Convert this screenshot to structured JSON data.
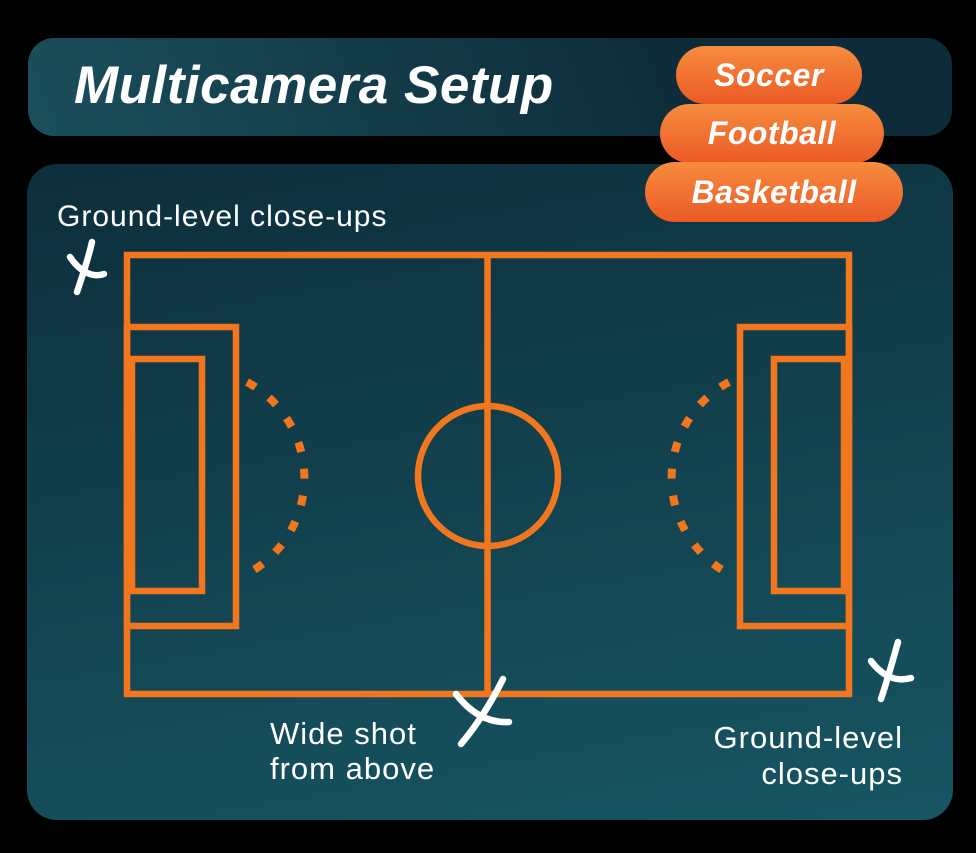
{
  "title": "Multicamera Setup",
  "badges": [
    {
      "label": "Soccer"
    },
    {
      "label": "Football"
    },
    {
      "label": "Basketball"
    }
  ],
  "annotations": {
    "top_left": {
      "lines": [
        "Ground-level close-ups"
      ]
    },
    "bottom_center": {
      "lines": [
        "Wide shot",
        "from above"
      ]
    },
    "bottom_right": {
      "lines": [
        "Ground-level",
        "close-ups"
      ]
    }
  },
  "diagram": {
    "type": "soccer-pitch-top-view",
    "camera_positions": [
      {
        "id": "top-left",
        "mark": "x",
        "label": "Ground-level close-ups"
      },
      {
        "id": "bottom-center",
        "mark": "x",
        "label": "Wide shot from above"
      },
      {
        "id": "bottom-right",
        "mark": "x",
        "label": "Ground-level close-ups"
      }
    ]
  },
  "colors": {
    "background": "#000000",
    "panel_teal_dark": "#0d2e3b",
    "panel_teal_mid": "#134451",
    "panel_teal_light": "#175663",
    "header_teal_dark": "#0d2b38",
    "header_teal_light": "#1b4f5c",
    "line_orange": "#f2761e",
    "badge_orange_light": "#f68c3e",
    "badge_orange_dark": "#eb5a26",
    "text_white": "#ffffff"
  }
}
